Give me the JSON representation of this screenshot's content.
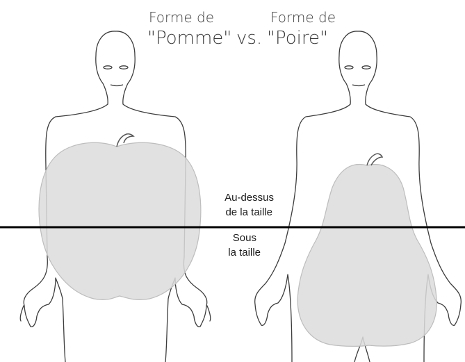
{
  "title": {
    "apple_line1": "Forme de",
    "apple_line2": "\"Pomme\"",
    "connector": "vs.",
    "pear_line1": "Forme de",
    "pear_line2": "\"Poire\""
  },
  "labels": {
    "above_line1": "Au-dessus",
    "above_line2": "de la taille",
    "below_line1": "Sous",
    "below_line2": "la taille"
  },
  "colors": {
    "outline": "#3c3c3c",
    "fruit_fill": "#dcdcdc",
    "fruit_stroke": "#bdbdbd",
    "waist_line": "#000000"
  }
}
